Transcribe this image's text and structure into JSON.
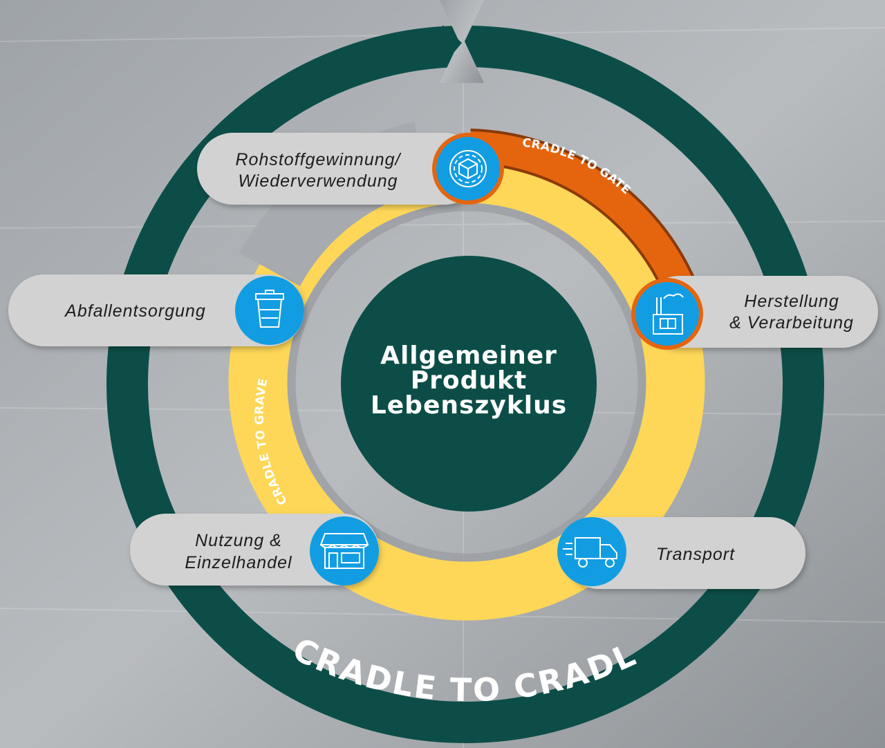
{
  "center": {
    "line1": "Allgemeiner",
    "line2": "Produkt",
    "line3": "Lebenszyklus"
  },
  "rings": {
    "outer": "CRADLE TO CRADLE",
    "gate": "CRADLE TO GATE",
    "grave": "CRADLE TO GRAVE"
  },
  "stages": {
    "raw_materials": {
      "line1": "Rohstoffgewinnung/",
      "line2": "Wiederverwendung",
      "icon": "gear-box-icon"
    },
    "manufacturing": {
      "line1": "Herstellung",
      "line2": "& Verarbeitung",
      "icon": "factory-icon"
    },
    "transport": {
      "line1": "Transport",
      "icon": "delivery-truck-icon"
    },
    "usage": {
      "line1": "Nutzung &",
      "line2": "Einzelhandel",
      "icon": "store-icon"
    },
    "disposal": {
      "line1": "Abfallentsorgung",
      "icon": "trash-can-icon"
    }
  },
  "colors": {
    "dark_green": "#0c4e47",
    "yellow": "#fed758",
    "orange": "#e5650f",
    "icon_blue": "#129de2",
    "pill_grey": "#d2d2d2",
    "background": "#a9adb1"
  }
}
